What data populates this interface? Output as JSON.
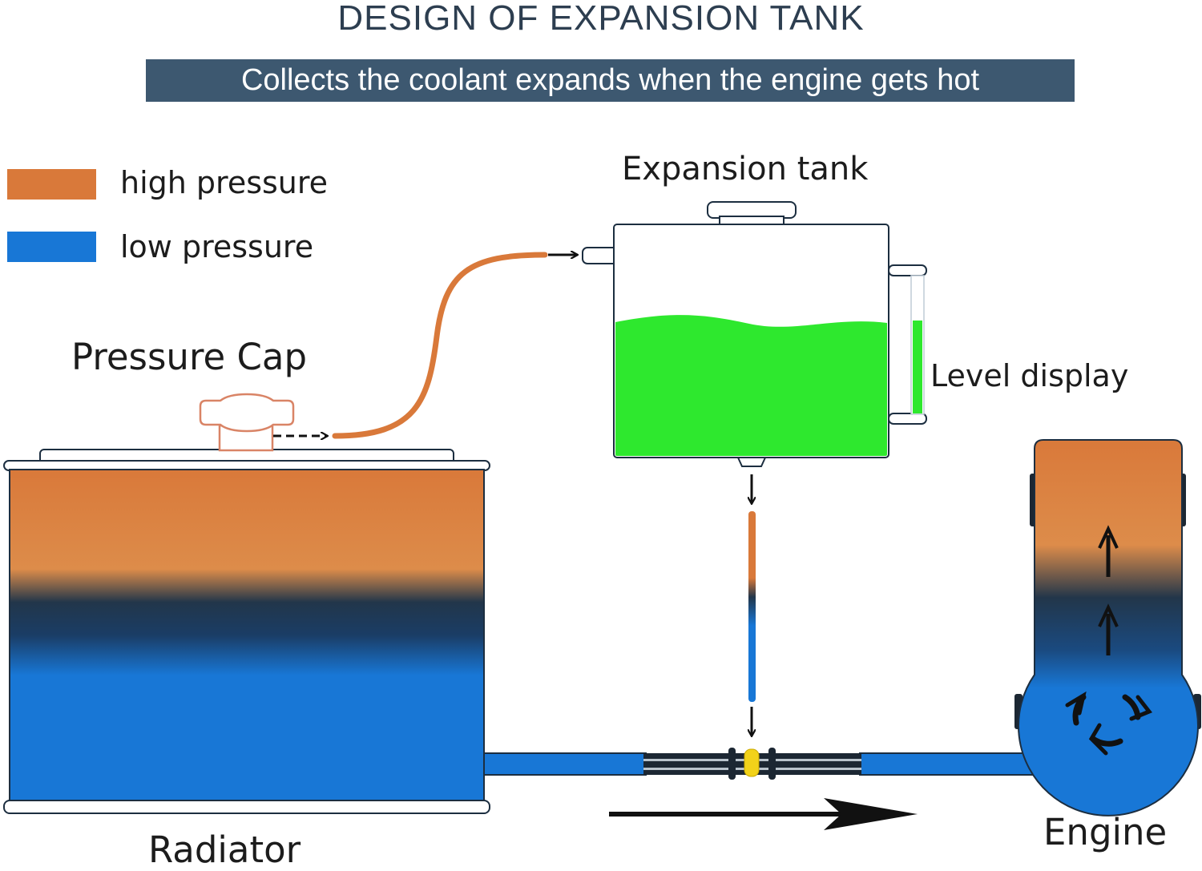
{
  "title": "DESIGN OF EXPANSION TANK",
  "subtitle": "Collects the coolant expands when the engine gets hot",
  "legend": [
    {
      "label": "high pressure",
      "color": "#d9793a"
    },
    {
      "label": "low pressure",
      "color": "#1877d6"
    }
  ],
  "labels": {
    "pressure_cap": "Pressure Cap",
    "expansion_tank": "Expansion tank",
    "level_display": "Level display",
    "radiator": "Radiator",
    "engine": "Engine"
  },
  "colors": {
    "high_pressure": "#d9793a",
    "low_pressure": "#1877d6",
    "coolant": "#2ee82e",
    "transition": "#22364a",
    "cap": "#e2a388",
    "valve": "#f2d21a"
  }
}
